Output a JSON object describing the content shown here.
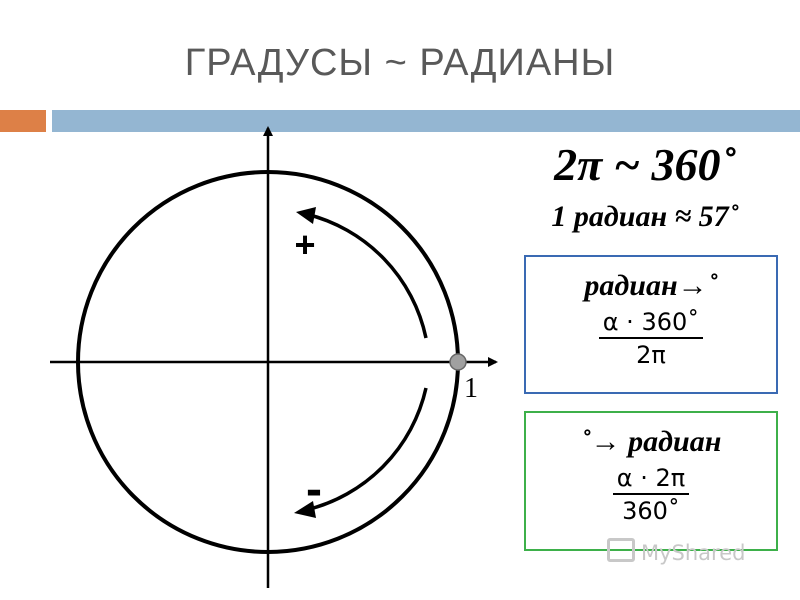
{
  "title": "ГРАДУСЫ ~ РАДИАНЫ",
  "diagram": {
    "plus_label": "+",
    "minus_label": "-",
    "unit_label": "1"
  },
  "formulas": {
    "equivalence": "2π ~ 360˚",
    "approximation": "1 радиан ≈ 57˚"
  },
  "rad_to_deg": {
    "heading": "радиан→˚",
    "numerator": "α · 360˚",
    "denominator": "2π"
  },
  "deg_to_rad": {
    "heading": "˚→ радиан",
    "numerator": "α · 2π",
    "denominator": "360˚"
  },
  "watermark": "MyShared",
  "colors": {
    "title_text": "#595959",
    "accent_orange": "#dd8047",
    "accent_blue": "#94b6d2",
    "box_blue_border": "#3a6ab3",
    "box_green_border": "#3db04a",
    "point_fill": "#a0a0a0"
  }
}
